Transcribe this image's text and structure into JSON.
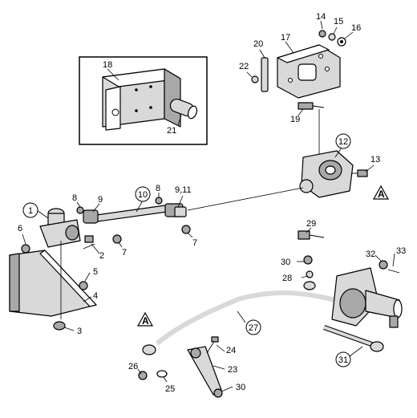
{
  "diagram": {
    "labels": {
      "n1": "1",
      "n2": "2",
      "n3": "3",
      "n4": "4",
      "n5": "5",
      "n6": "6",
      "n7a": "7",
      "n7b": "7",
      "n8a": "8",
      "n8b": "8",
      "n9": "9",
      "n9_11": "9,11",
      "n10": "10",
      "n12": "12",
      "n13": "13",
      "n14": "14",
      "n15": "15",
      "n16": "16",
      "n17": "17",
      "n18": "18",
      "n19": "19",
      "n20": "20",
      "n21": "21",
      "n22": "22",
      "n23": "23",
      "n24": "24",
      "n25": "25",
      "n26": "26",
      "n27": "27",
      "n28": "28",
      "n29": "29",
      "n30a": "30",
      "n30b": "30",
      "n31": "31",
      "n32": "32",
      "n33": "33",
      "refA1": "A",
      "refA2": "A"
    }
  }
}
